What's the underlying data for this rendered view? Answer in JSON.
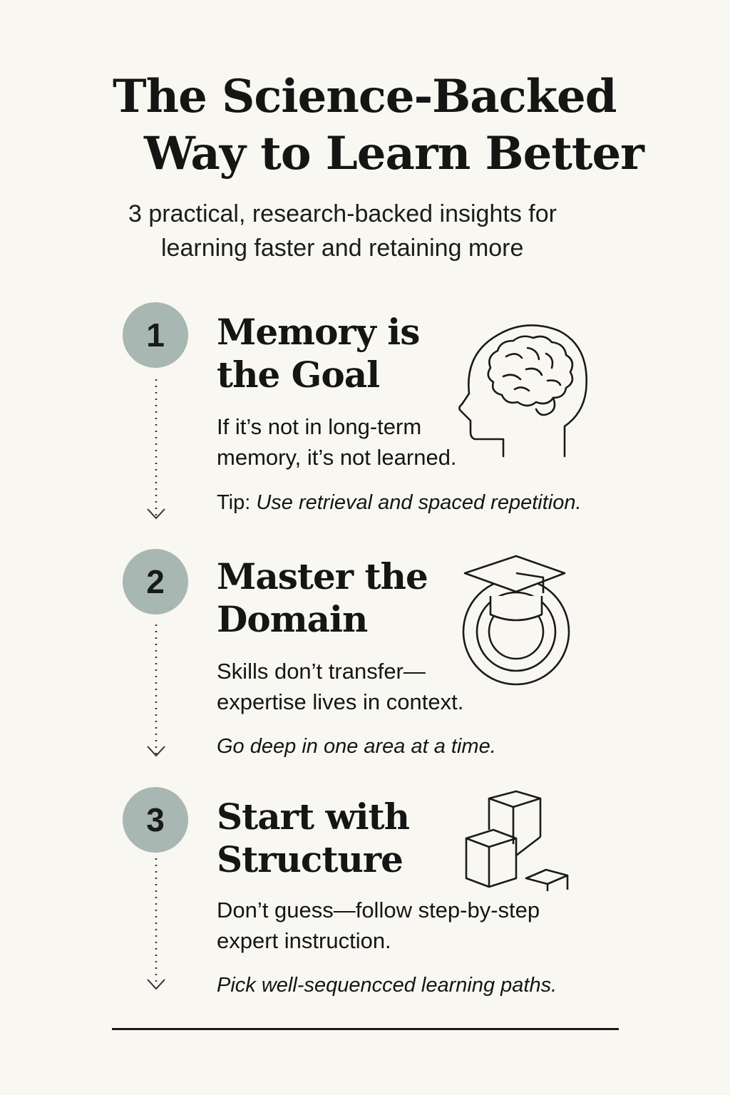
{
  "title": {
    "line1": "The Science-Backed",
    "line2": "Way to Learn Better"
  },
  "subtitle": {
    "line1": "3 practical, research-backed insights for",
    "line2": "learning faster and retaining more"
  },
  "colors": {
    "background": "#f8f7f2",
    "badge": "#a8b7b1",
    "text": "#151515"
  },
  "steps": [
    {
      "number": "1",
      "title_line1": "Memory is",
      "title_line2": "the Goal",
      "desc_line1": "If it’s not in long-term",
      "desc_line2": "memory, it’s not learned.",
      "tip_prefix": "Tip: ",
      "tip": "Use retrieval and spaced repetition.",
      "icon": "brain-head-icon"
    },
    {
      "number": "2",
      "title_line1": "Master the",
      "title_line2": "Domain",
      "desc_line1": "Skills don’t transfer—",
      "desc_line2": "expertise lives in context.",
      "tip_prefix": "",
      "tip": "Go deep in one area at a time.",
      "icon": "graduation-cap-target-icon"
    },
    {
      "number": "3",
      "title_line1": "Start with",
      "title_line2": "Structure",
      "desc_line1": "Don’t guess—follow step-by-step",
      "desc_line2": "expert instruction.",
      "tip_prefix": "",
      "tip": "Pick well-sequencced learning paths.",
      "icon": "stacked-blocks-icon"
    }
  ]
}
